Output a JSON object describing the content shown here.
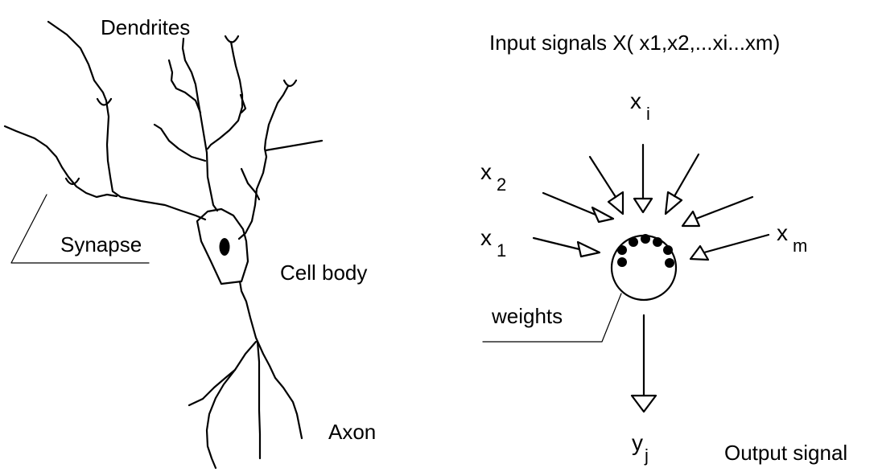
{
  "neuron": {
    "dendrites_label": "Dendrites",
    "synapse_label": "Synapse",
    "cell_body_label": "Cell body",
    "axon_label": "Axon"
  },
  "model": {
    "input_signals_label": "Input signals X( x1,x2,...xi...xm)",
    "inputs": [
      {
        "base": "x",
        "sub": "i"
      },
      {
        "base": "x",
        "sub": "2"
      },
      {
        "base": "x",
        "sub": "1"
      },
      {
        "base": "x",
        "sub": "m"
      }
    ],
    "weights_label": "weights",
    "output": {
      "base": "y",
      "sub": "j"
    },
    "output_signal_label": "Output signal"
  }
}
